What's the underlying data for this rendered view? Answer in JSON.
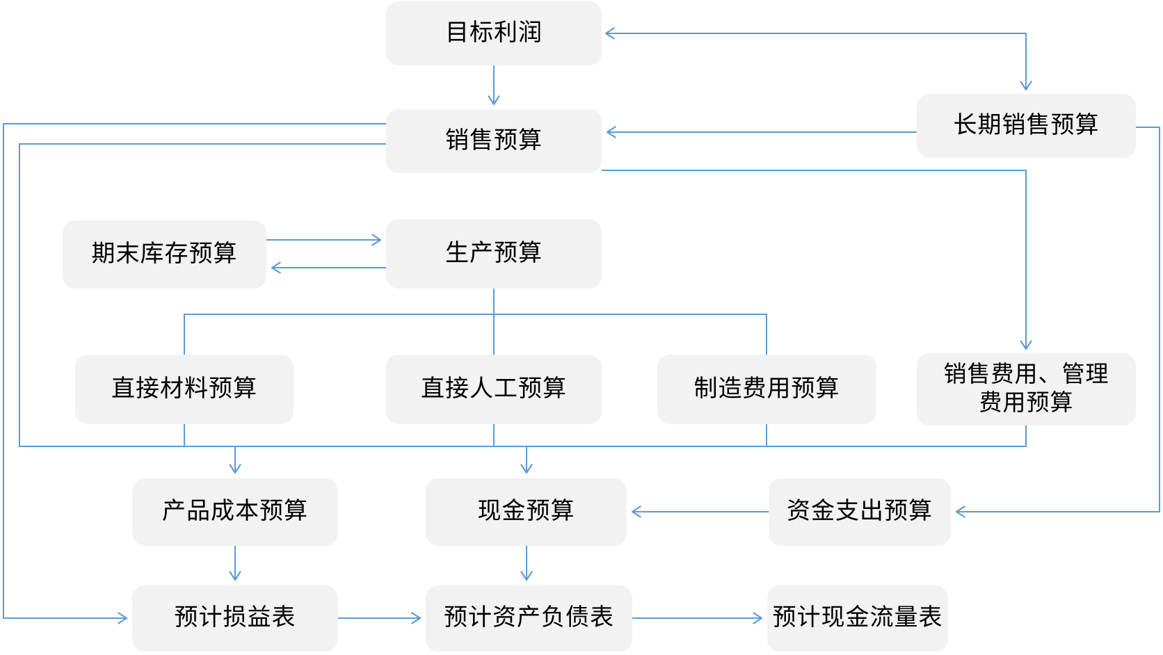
{
  "diagram": {
    "type": "flowchart",
    "language": "zh-CN",
    "colors": {
      "background": "#FFFFFF",
      "connector": "#5B9BD5",
      "node_fill": "#F2F2F2",
      "node_text": "#000000"
    },
    "nodes": {
      "target_profit": {
        "label": "目标利润"
      },
      "sales_budget": {
        "label": "销售预算"
      },
      "long_term_sales_budget": {
        "label": "长期销售预算"
      },
      "ending_inventory_budget": {
        "label": "期末库存预算"
      },
      "production_budget": {
        "label": "生产预算"
      },
      "direct_materials_budget": {
        "label": "直接材料预算"
      },
      "direct_labor_budget": {
        "label": "直接人工预算"
      },
      "manufacturing_overhead_budget": {
        "label": "制造费用预算"
      },
      "selling_admin_expense_budget": {
        "label": "销售费用、管理\n费用预算"
      },
      "product_cost_budget": {
        "label": "产品成本预算"
      },
      "cash_budget": {
        "label": "现金预算"
      },
      "capital_expenditure_budget": {
        "label": "资金支出预算"
      },
      "budgeted_income_statement": {
        "label": "预计损益表"
      },
      "budgeted_balance_sheet": {
        "label": "预计资产负债表"
      },
      "budgeted_cash_flow_statement": {
        "label": "预计现金流量表"
      }
    },
    "edges": [
      {
        "from": "target_profit",
        "to": "sales_budget",
        "arrow": "one-way"
      },
      {
        "from": "target_profit",
        "to": "long_term_sales_budget",
        "arrow": "two-way"
      },
      {
        "from": "long_term_sales_budget",
        "to": "sales_budget",
        "arrow": "one-way"
      },
      {
        "from": "sales_budget",
        "to": "production_budget",
        "arrow": "one-way"
      },
      {
        "from": "ending_inventory_budget",
        "to": "production_budget",
        "arrow": "one-way"
      },
      {
        "from": "production_budget",
        "to": "ending_inventory_budget",
        "arrow": "one-way"
      },
      {
        "from": "production_budget",
        "to": "direct_materials_budget",
        "arrow": "none"
      },
      {
        "from": "production_budget",
        "to": "direct_labor_budget",
        "arrow": "none"
      },
      {
        "from": "production_budget",
        "to": "manufacturing_overhead_budget",
        "arrow": "none"
      },
      {
        "from": "sales_budget",
        "to": "selling_admin_expense_budget",
        "arrow": "one-way"
      },
      {
        "from": "long_term_sales_budget",
        "to": "capital_expenditure_budget",
        "arrow": "one-way"
      },
      {
        "from": "sales_budget",
        "to": "collector_line",
        "arrow": "none"
      },
      {
        "from": "direct_materials_budget",
        "to": "collector_line",
        "arrow": "none"
      },
      {
        "from": "direct_labor_budget",
        "to": "collector_line",
        "arrow": "none"
      },
      {
        "from": "manufacturing_overhead_budget",
        "to": "collector_line",
        "arrow": "none"
      },
      {
        "from": "selling_admin_expense_budget",
        "to": "collector_line",
        "arrow": "none"
      },
      {
        "from": "collector_line",
        "to": "product_cost_budget",
        "arrow": "one-way"
      },
      {
        "from": "collector_line",
        "to": "cash_budget",
        "arrow": "one-way"
      },
      {
        "from": "capital_expenditure_budget",
        "to": "cash_budget",
        "arrow": "one-way"
      },
      {
        "from": "sales_budget",
        "to": "budgeted_income_statement",
        "arrow": "one-way"
      },
      {
        "from": "product_cost_budget",
        "to": "budgeted_income_statement",
        "arrow": "one-way"
      },
      {
        "from": "cash_budget",
        "to": "budgeted_balance_sheet",
        "arrow": "one-way"
      },
      {
        "from": "budgeted_income_statement",
        "to": "budgeted_balance_sheet",
        "arrow": "one-way"
      },
      {
        "from": "budgeted_balance_sheet",
        "to": "budgeted_cash_flow_statement",
        "arrow": "one-way"
      }
    ]
  }
}
